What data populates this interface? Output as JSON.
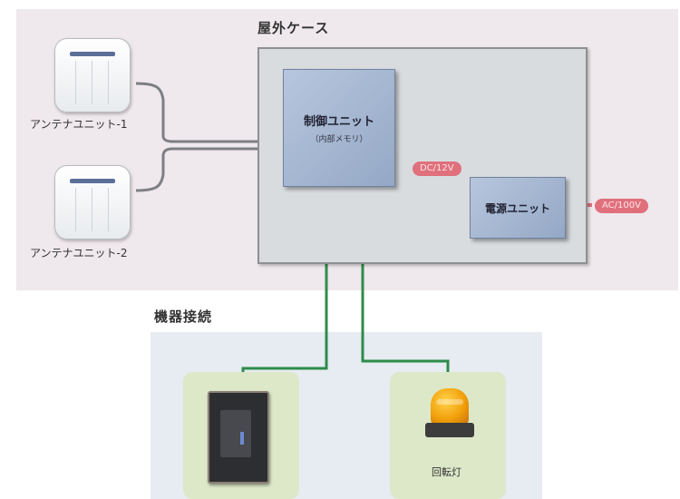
{
  "outdoor_case": {
    "title": "屋外ケース"
  },
  "control_unit": {
    "title": "制御ユニット",
    "subtitle": "（内部メモリ）"
  },
  "power_unit": {
    "title": "電源ユニット"
  },
  "dc_label": "DC/12V",
  "ac_label": "AC/100V",
  "antennas": [
    {
      "label": "アンテナユニット-1"
    },
    {
      "label": "アンテナユニット-2"
    }
  ],
  "equipment": {
    "title": "機器接続",
    "devices": [
      {
        "label": ""
      },
      {
        "label": "回転灯"
      }
    ]
  },
  "colors": {
    "connection_green": "#2e8b4a",
    "power_line": "#e0707c",
    "unit_blue": "#9aadc9",
    "device_card": "#dde8c9"
  }
}
